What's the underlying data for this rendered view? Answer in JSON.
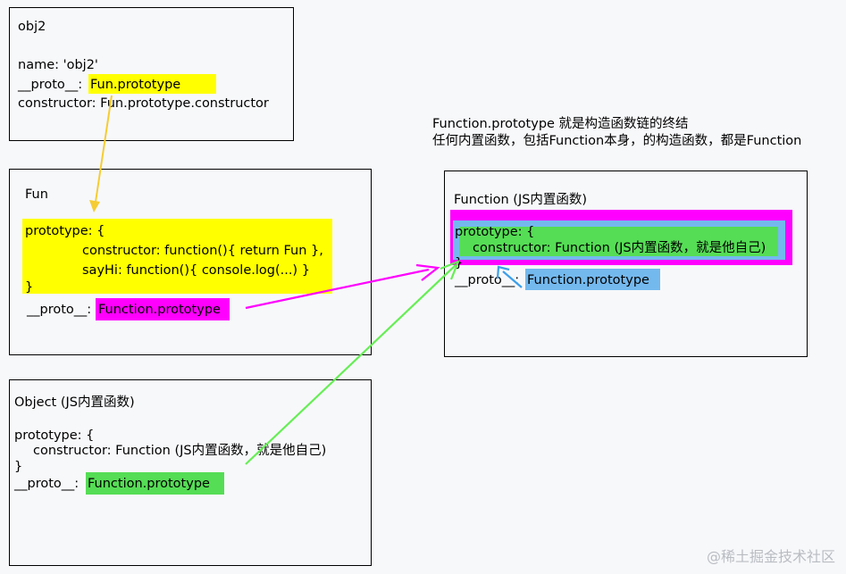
{
  "obj2": {
    "title": "obj2",
    "name_line": "name: 'obj2'",
    "proto_key": "__proto__:",
    "proto_value": "Fun.prototype",
    "constructor_line": "constructor: Fun.prototype.constructor"
  },
  "fun": {
    "title": "Fun",
    "prototype_open": "prototype: {",
    "constructor_line": "constructor: function(){ return Fun },",
    "sayhi_line": "sayHi: function(){ console.log(...) }",
    "prototype_close": "}",
    "proto_key": "__proto__:",
    "proto_value": "Function.prototype"
  },
  "object_box": {
    "title": "Object (JS内置函数)",
    "prototype_open": "prototype: {",
    "constructor_line": "constructor: Function (JS内置函数，就是他自己)",
    "prototype_close": "}",
    "proto_key": "__proto__:",
    "proto_value": "Function.prototype"
  },
  "function_box": {
    "title": "Function (JS内置函数)",
    "prototype_open": "prototype: {",
    "constructor_line": "constructor: Function (JS内置函数，就是他自己)",
    "prototype_close": "}",
    "proto_key": "__proto__:",
    "proto_value": "Function.prototype"
  },
  "note": {
    "line1": "Function.prototype 就是构造函数链的终结",
    "line2": "任何内置函数，包括Function本身，的构造函数，都是Function"
  },
  "watermark": "@稀土掘金技术社区",
  "colors": {
    "yellow": "#ffff00",
    "magenta": "#ff00ff",
    "green": "#55dd55",
    "blue": "#74b9ee",
    "arrow_yellow": "#f5cc33",
    "arrow_magenta": "#ff00ff",
    "arrow_green": "#66ee55",
    "arrow_blue": "#3b9fea"
  }
}
